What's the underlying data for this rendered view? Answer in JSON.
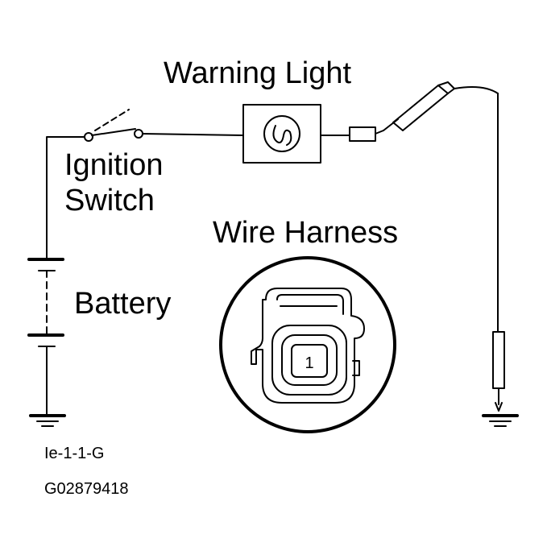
{
  "labels": {
    "warning_light": "Warning Light",
    "ignition_line1": "Ignition",
    "ignition_line2": "Switch",
    "wire_harness": "Wire Harness",
    "battery": "Battery",
    "pin_number": "1",
    "code_1": "Ie-1-1-G",
    "code_2": "G02879418"
  },
  "colors": {
    "ink": "#000000",
    "paper": "#ffffff"
  }
}
